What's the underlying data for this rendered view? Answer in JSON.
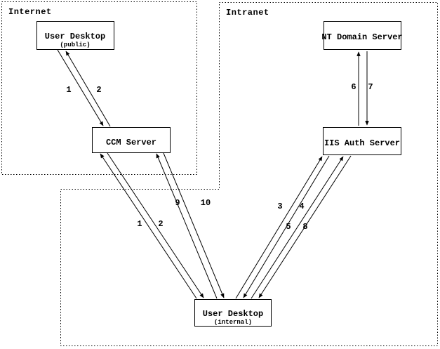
{
  "diagram": {
    "colors": {
      "line": "#000000",
      "background": "#ffffff"
    },
    "zones": [
      {
        "id": "internet",
        "label": "Internet"
      },
      {
        "id": "intranet",
        "label": "Intranet"
      }
    ],
    "nodes": [
      {
        "id": "user-desktop-public",
        "label": "User Desktop",
        "sublabel": "(public)",
        "zone": "internet"
      },
      {
        "id": "ccm-server",
        "label": "CCM Server",
        "zone": "internet"
      },
      {
        "id": "nt-domain-server",
        "label": "NT Domain Server",
        "zone": "intranet"
      },
      {
        "id": "iis-auth-server",
        "label": "IIS Auth Server",
        "zone": "intranet"
      },
      {
        "id": "user-desktop-internal",
        "label": "User Desktop",
        "sublabel": "(internal)",
        "zone": "intranet"
      }
    ],
    "edges": [
      {
        "label": "1",
        "from": "user-desktop-public",
        "to": "ccm-server"
      },
      {
        "label": "2",
        "from": "ccm-server",
        "to": "user-desktop-public"
      },
      {
        "label": "1",
        "from": "user-desktop-internal",
        "to": "ccm-server"
      },
      {
        "label": "2",
        "from": "ccm-server",
        "to": "user-desktop-internal"
      },
      {
        "label": "9",
        "from": "user-desktop-internal",
        "to": "ccm-server"
      },
      {
        "label": "10",
        "from": "ccm-server",
        "to": "user-desktop-internal"
      },
      {
        "label": "3",
        "from": "user-desktop-internal",
        "to": "iis-auth-server"
      },
      {
        "label": "4",
        "from": "iis-auth-server",
        "to": "user-desktop-internal"
      },
      {
        "label": "5",
        "from": "user-desktop-internal",
        "to": "iis-auth-server"
      },
      {
        "label": "8",
        "from": "iis-auth-server",
        "to": "user-desktop-internal"
      },
      {
        "label": "6",
        "from": "iis-auth-server",
        "to": "nt-domain-server"
      },
      {
        "label": "7",
        "from": "nt-domain-server",
        "to": "iis-auth-server"
      }
    ]
  }
}
